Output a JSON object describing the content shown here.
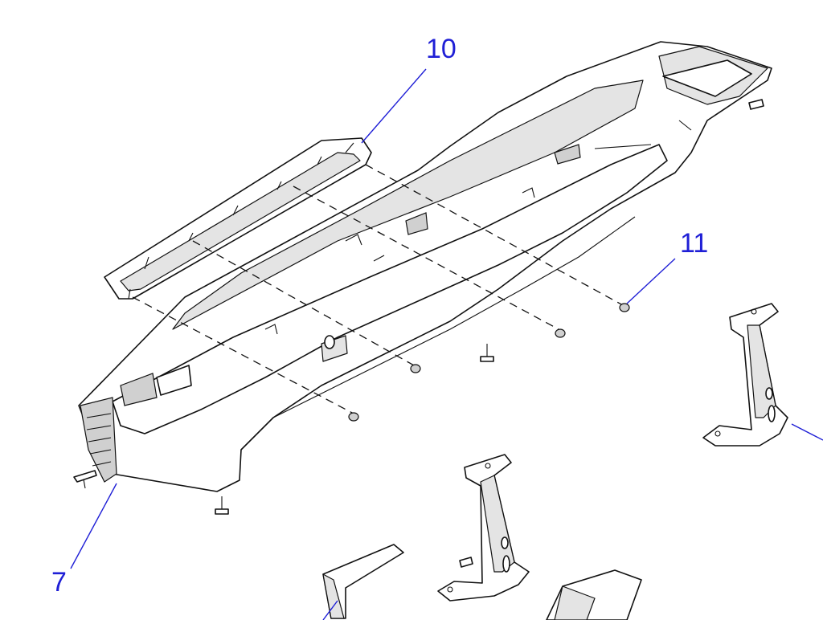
{
  "callouts": {
    "c10": "10",
    "c11": "11",
    "c7": "7"
  },
  "colors": {
    "callout": "#1f1fd6",
    "line": "#111111",
    "shade": "#e4e4e4"
  }
}
